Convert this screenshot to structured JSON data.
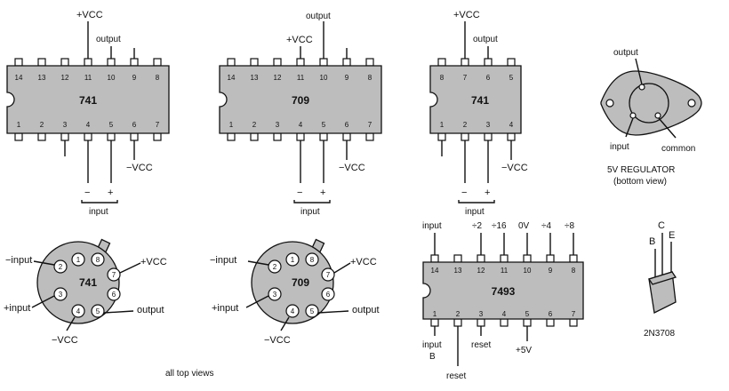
{
  "colors": {
    "ink": "#111111",
    "chip_fill": "#bdbdbd",
    "paper": "#ffffff"
  },
  "dip14_741": {
    "name": "741",
    "top_pins": [
      "14",
      "13",
      "12",
      "11",
      "10",
      "9",
      "8"
    ],
    "bottom_pins": [
      "1",
      "2",
      "3",
      "4",
      "5",
      "6",
      "7"
    ],
    "vcc_pos": "+VCC",
    "output": "output",
    "vcc_neg": "−VCC",
    "minus": "−",
    "plus": "+",
    "input": "input"
  },
  "dip14_709": {
    "name": "709",
    "top_pins": [
      "14",
      "13",
      "12",
      "11",
      "10",
      "9",
      "8"
    ],
    "bottom_pins": [
      "1",
      "2",
      "3",
      "4",
      "5",
      "6",
      "7"
    ],
    "vcc_pos": "+VCC",
    "output": "output",
    "vcc_neg": "−VCC",
    "minus": "−",
    "plus": "+",
    "input": "input"
  },
  "dip8_741": {
    "name": "741",
    "top_pins": [
      "8",
      "7",
      "6",
      "5"
    ],
    "bottom_pins": [
      "1",
      "2",
      "3",
      "4"
    ],
    "vcc_pos": "+VCC",
    "output": "output",
    "vcc_neg": "−VCC",
    "minus": "−",
    "plus": "+",
    "input": "input"
  },
  "regulator": {
    "output": "output",
    "input": "input",
    "common": "common",
    "title": "5V REGULATOR",
    "subtitle": "(bottom view)"
  },
  "can_741": {
    "name": "741",
    "pins": [
      "1",
      "2",
      "3",
      "4",
      "5",
      "6",
      "7",
      "8"
    ],
    "minus_input": "−input",
    "plus_input": "+input",
    "vcc_neg": "−VCC",
    "vcc_pos": "+VCC",
    "output": "output"
  },
  "can_709": {
    "name": "709",
    "pins": [
      "1",
      "2",
      "3",
      "4",
      "5",
      "6",
      "7",
      "8"
    ],
    "minus_input": "−input",
    "plus_input": "+input",
    "vcc_neg": "−VCC",
    "vcc_pos": "+VCC",
    "output": "output"
  },
  "ic_7493": {
    "name": "7493",
    "top_pins": [
      "14",
      "13",
      "12",
      "11",
      "10",
      "9",
      "8"
    ],
    "bottom_pins": [
      "1",
      "2",
      "3",
      "4",
      "5",
      "6",
      "7"
    ],
    "input": "input",
    "div2": "÷2",
    "div16": "÷16",
    "ov": "0V",
    "div4": "÷4",
    "div8": "÷8",
    "input_b_1": "input",
    "input_b_2": "B",
    "reset_a": "reset",
    "reset_b": "reset",
    "plus5v": "+5V"
  },
  "transistor": {
    "name": "2N3708",
    "b": "B",
    "c": "C",
    "e": "E"
  },
  "footer": {
    "note": "all top views"
  }
}
